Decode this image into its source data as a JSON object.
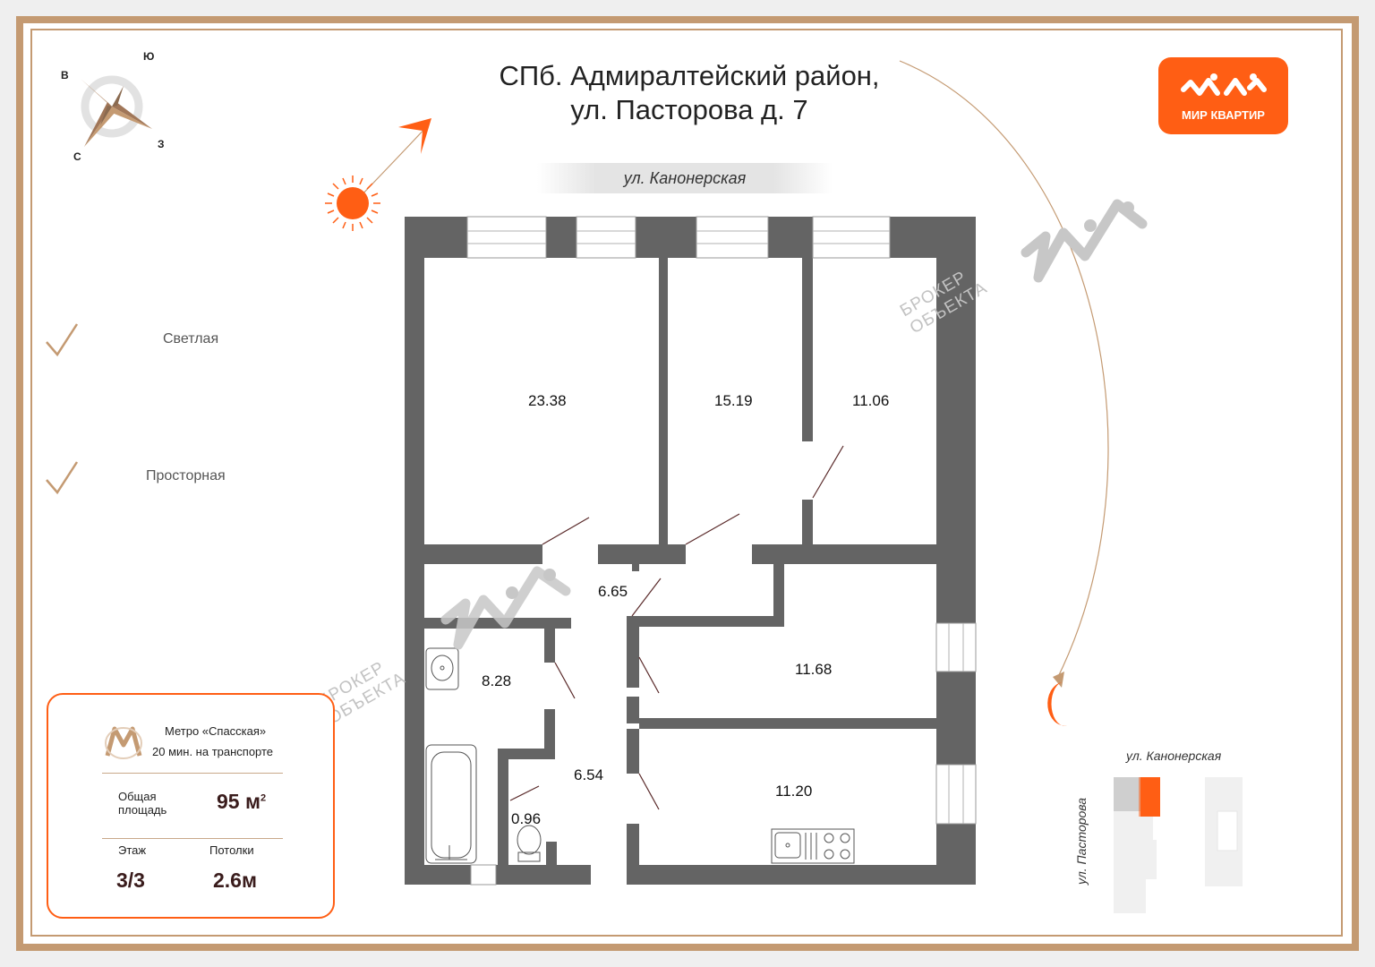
{
  "title": {
    "line1": "СПб. Адмиралтейский район,",
    "line2": "ул. Пасторова д. 7"
  },
  "street_top": "ул. Канонерская",
  "compass": {
    "n": "Ю",
    "w": "В",
    "e": "З",
    "s": "С"
  },
  "features": [
    {
      "label": "Светлая"
    },
    {
      "label": "Просторная"
    }
  ],
  "logo": {
    "text": "МИР КВАРТИР",
    "color": "#ff5e14"
  },
  "watermark": {
    "text_line1": "БРОКЕР",
    "text_line2": "ОБЪЕКТА"
  },
  "rooms": [
    {
      "id": "room1",
      "area": "23.38"
    },
    {
      "id": "room2",
      "area": "15.19"
    },
    {
      "id": "room3",
      "area": "11.06"
    },
    {
      "id": "corridor1",
      "area": "6.65"
    },
    {
      "id": "bath",
      "area": "8.28"
    },
    {
      "id": "room4",
      "area": "11.68"
    },
    {
      "id": "corridor2",
      "area": "6.54"
    },
    {
      "id": "wc",
      "area": "0.96"
    },
    {
      "id": "kitchen",
      "area": "11.20"
    }
  ],
  "info": {
    "metro_name": "Метро «Спасская»",
    "metro_time": "20 мин. на транспорте",
    "area_label_1": "Общая",
    "area_label_2": "площадь",
    "area_value": "95 м",
    "area_sup": "2",
    "floor_label": "Этаж",
    "floor_value": "3/3",
    "ceiling_label": "Потолки",
    "ceiling_value": "2.6м"
  },
  "map": {
    "street_top": "ул. Канонерская",
    "street_side": "ул. Пасторова"
  },
  "colors": {
    "accent": "#ff5e14",
    "frame": "#c49a72",
    "wall": "#646464"
  }
}
